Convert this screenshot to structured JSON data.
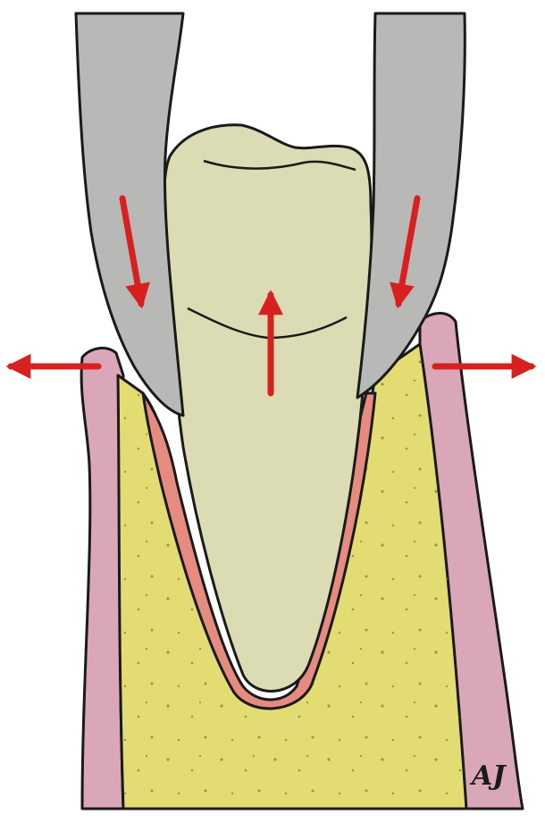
{
  "signature": "AJ",
  "colors": {
    "background": "#ffffff",
    "forceps": "#b8b8b6",
    "forceps_dark": "#9c9c9a",
    "tooth": "#dcdcb4",
    "ligament": "#e58b80",
    "bone": "#e2dc72",
    "gingiva": "#d9a7b8",
    "outline": "#1a1a1a",
    "arrow": "#d92020"
  },
  "arrows": [
    {
      "id": "left-forceps-arrow",
      "direction": "down"
    },
    {
      "id": "right-forceps-arrow",
      "direction": "down"
    },
    {
      "id": "tooth-arrow",
      "direction": "up"
    },
    {
      "id": "left-socket-arrow",
      "direction": "left"
    },
    {
      "id": "right-socket-arrow",
      "direction": "right"
    }
  ]
}
